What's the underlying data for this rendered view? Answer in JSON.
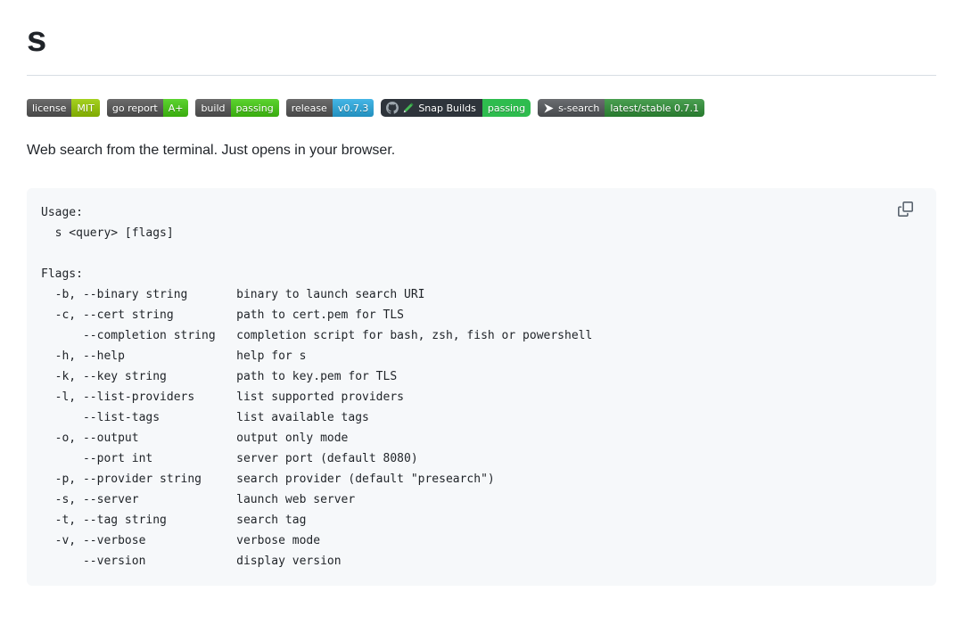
{
  "page": {
    "title": "s",
    "description": "Web search from the terminal. Just opens in your browser."
  },
  "badges": [
    {
      "label": "license",
      "value": "MIT",
      "label_bg": "#555555",
      "value_bg": "#97ca00"
    },
    {
      "label": "go report",
      "value": "A+",
      "label_bg": "#555555",
      "value_bg": "#44cc11"
    },
    {
      "label": "build",
      "value": "passing",
      "label_bg": "#555555",
      "value_bg": "#44cc11"
    },
    {
      "label": "release",
      "value": "v0.7.3",
      "label_bg": "#555555",
      "value_bg": "#29abe2"
    },
    {
      "label": "Snap Builds",
      "value": "passing",
      "label_bg": "#2e343b",
      "value_bg": "#2ebc4e",
      "icons": [
        "github-icon",
        "pencil-icon"
      ]
    },
    {
      "label": "s-search",
      "value": "latest/stable 0.7.1",
      "label_bg": "#54575b",
      "value_bg": "#2f9137",
      "icons": [
        "snapcraft-icon"
      ]
    }
  ],
  "icons": {
    "github": "github-icon",
    "pencil": "pencil-icon",
    "snapcraft": "snapcraft-icon",
    "copy": "copy-icon"
  },
  "code_block": {
    "code": "Usage:\n  s <query> [flags]\n\nFlags:\n  -b, --binary string       binary to launch search URI\n  -c, --cert string         path to cert.pem for TLS\n      --completion string   completion script for bash, zsh, fish or powershell\n  -h, --help                help for s\n  -k, --key string          path to key.pem for TLS\n  -l, --list-providers      list supported providers\n      --list-tags           list available tags\n  -o, --output              output only mode\n      --port int            server port (default 8080)\n  -p, --provider string     search provider (default \"presearch\")\n  -s, --server              launch web server\n  -t, --tag string          search tag\n  -v, --verbose             verbose mode\n      --version             display version"
  }
}
